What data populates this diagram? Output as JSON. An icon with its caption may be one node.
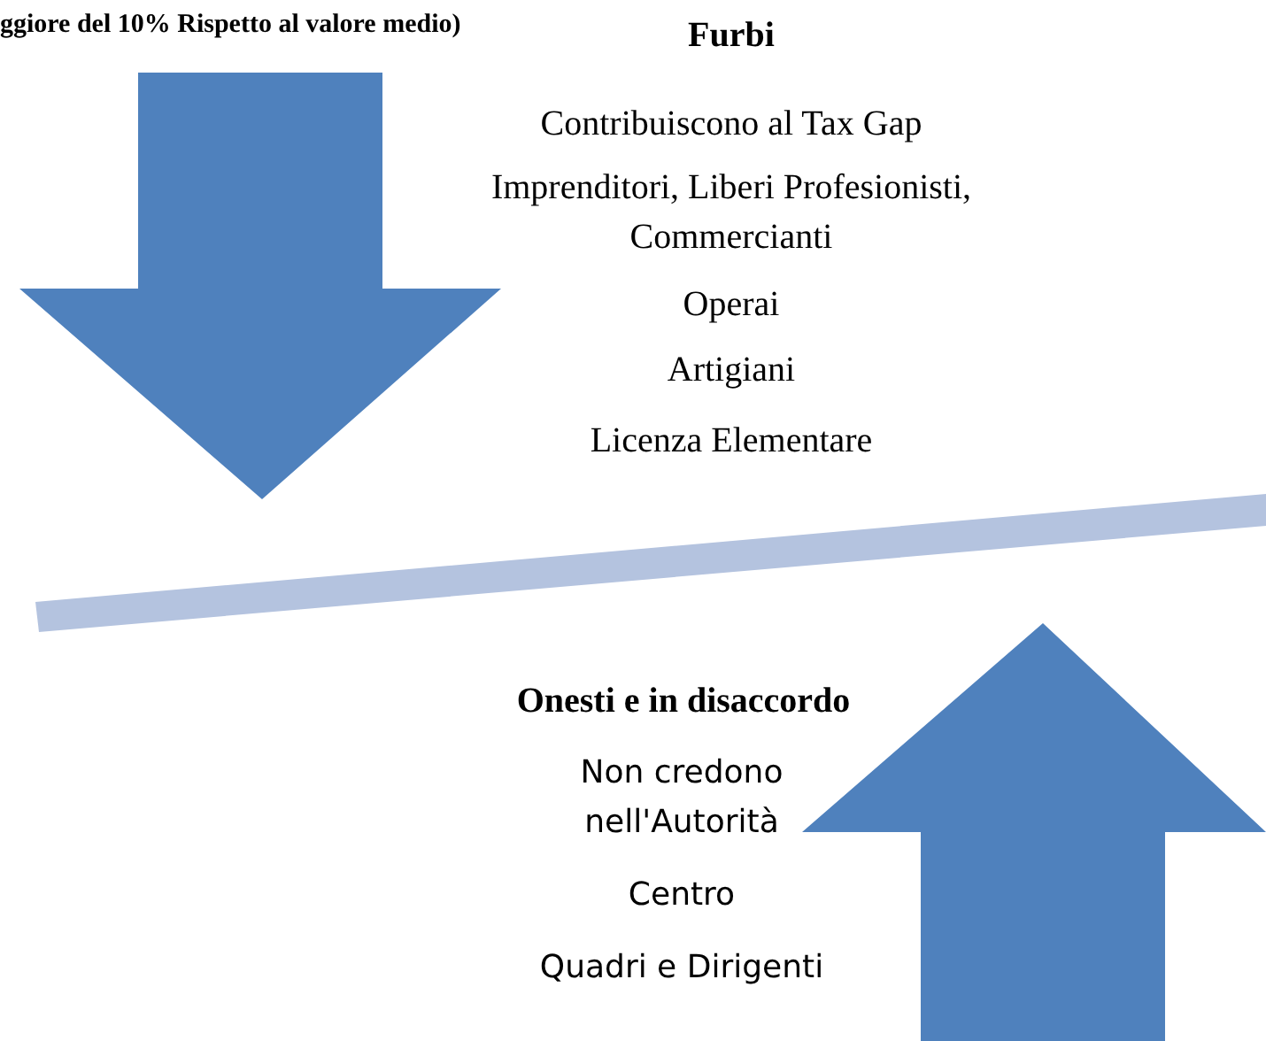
{
  "diagram": {
    "nodes": [
      {
        "text": [],
        "shape": "bar"
      }
    ],
    "labels": [
      "ggiore del 10% Rispetto al valore medio)",
      "Furbi",
      "Contribuiscono al Tax Gap",
      "Imprenditori, Liberi Profesionisti, Commercianti",
      "Operai",
      "Artigiani",
      "Licenza Elementare",
      "Onesti e in disaccordo",
      "Non credono nell'Autorità",
      "Centro",
      "Quadri e Dirigenti"
    ]
  }
}
